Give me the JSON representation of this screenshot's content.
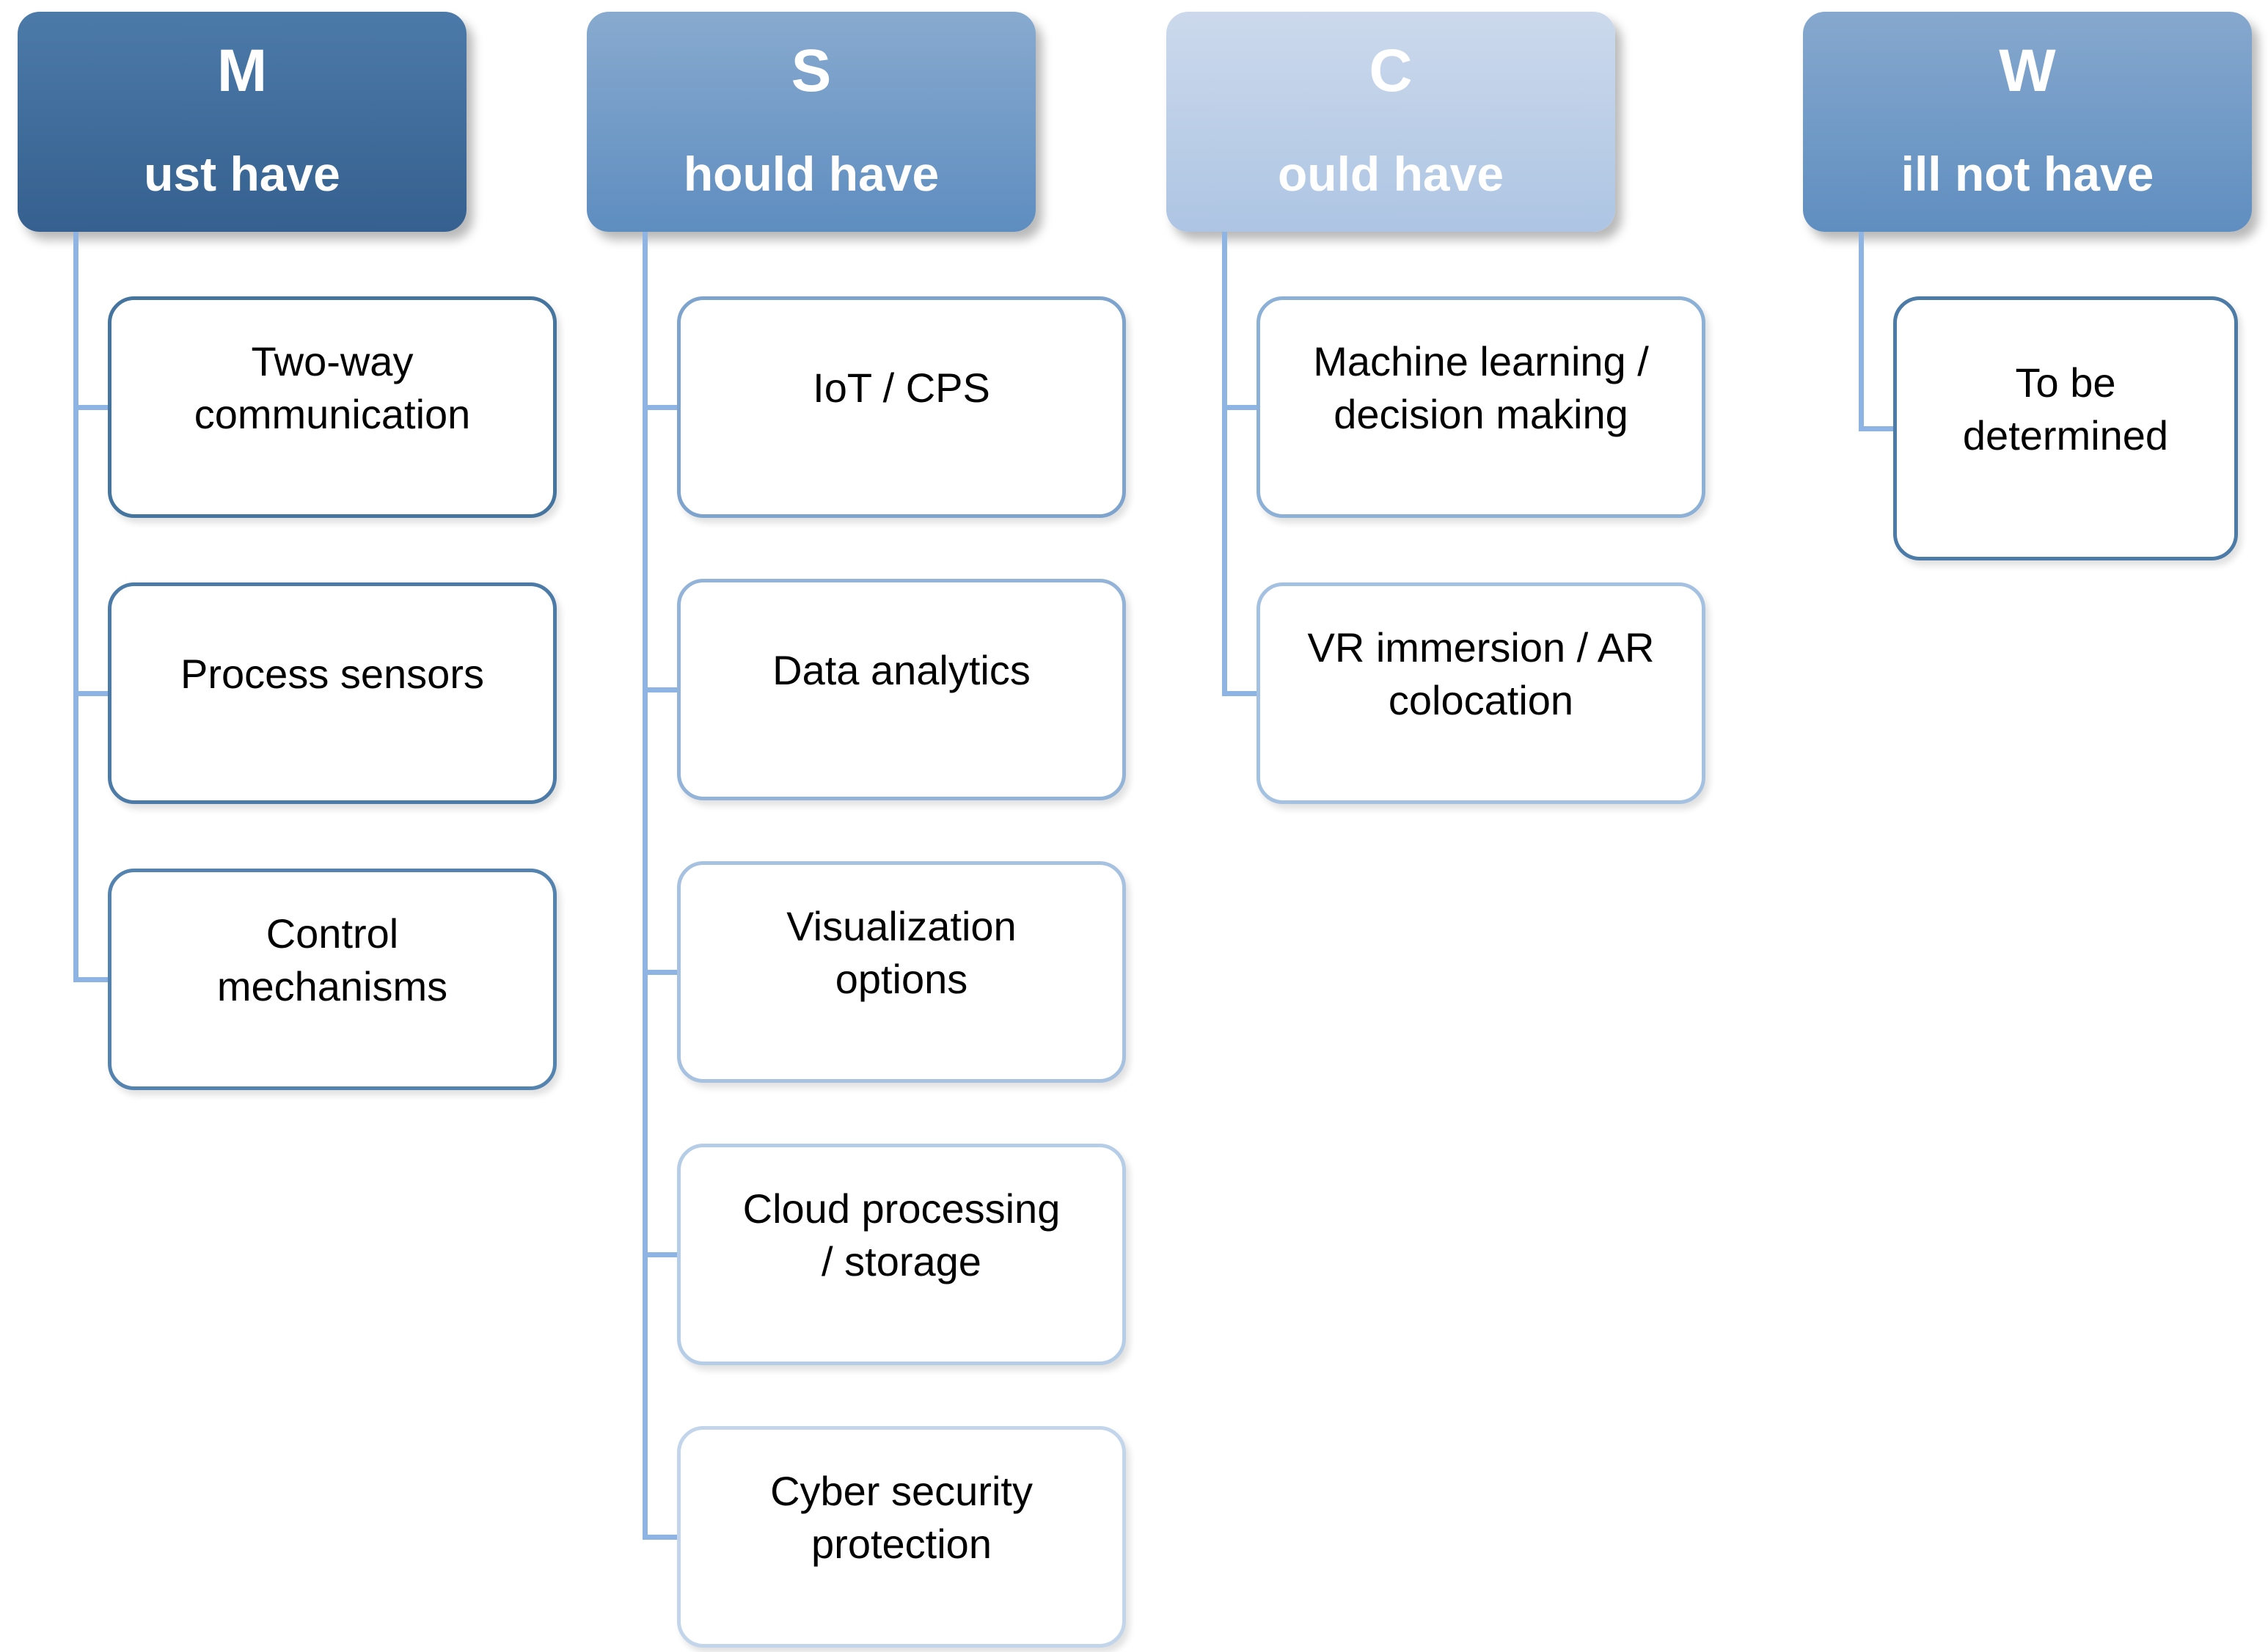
{
  "moscow": {
    "background": "#FFFFFF",
    "connector_color": "#8DB4E2",
    "item_fill": "#FFFFFF",
    "item_text_color": "#000000",
    "header_text_color": "#FFFFFF",
    "columns": [
      {
        "name": "must-have",
        "letter": "M",
        "phrase": "ust have",
        "header_gradient": [
          "#4C7AA8",
          "#35608F"
        ],
        "items": [
          {
            "label": "Two-way\ncommunication",
            "border": "#45749E"
          },
          {
            "label": "Process sensors",
            "border": "#4C7BA7"
          },
          {
            "label": "Control\nmechanisms",
            "border": "#5583AF"
          }
        ]
      },
      {
        "name": "should-have",
        "letter": "S",
        "phrase": "hould have",
        "header_gradient": [
          "#88AACF",
          "#5E8DC0"
        ],
        "items": [
          {
            "label": "IoT / CPS",
            "border": "#7EA4CE"
          },
          {
            "label": "Data analytics",
            "border": "#93B3D8"
          },
          {
            "label": "Visualization\noptions",
            "border": "#A7C2E0"
          },
          {
            "label": "Cloud processing\n/ storage",
            "border": "#B6CDE7"
          },
          {
            "label": "Cyber security\nprotection",
            "border": "#C2D5EB"
          }
        ]
      },
      {
        "name": "could-have",
        "letter": "C",
        "phrase": "ould have",
        "header_gradient": [
          "#CCD9EC",
          "#ADC5E3"
        ],
        "items": [
          {
            "label": "Machine learning /\ndecision making",
            "border": "#8CB0D6"
          },
          {
            "label": "VR immersion / AR\ncolocation",
            "border": "#A5C1E1"
          }
        ]
      },
      {
        "name": "will-not-have",
        "letter": "W",
        "phrase": "ill not have",
        "header_gradient": [
          "#86A8CE",
          "#5F8EC0"
        ],
        "items": [
          {
            "label": "To be\ndetermined",
            "border": "#4C7BA7"
          }
        ]
      }
    ]
  }
}
